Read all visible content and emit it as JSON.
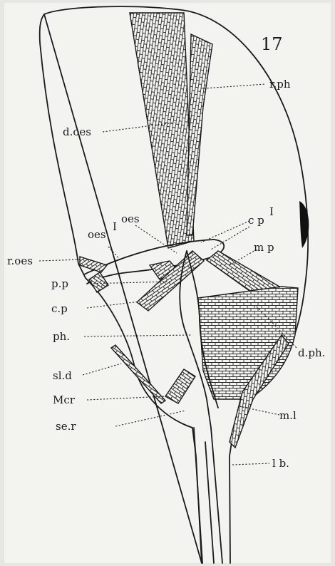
{
  "figure_number": "17",
  "labels": {
    "r_ph": "r.ph",
    "d_oes": "d.oes",
    "oes": "oes",
    "oes_1": "oes",
    "roman_one": "I",
    "cp_1": "c p",
    "m_p": "m p",
    "r_oes": "r.oes",
    "p_p": "p.p",
    "c_p": "c.p",
    "ph": "ph.",
    "d_ph": "d.ph.",
    "sl_d": "sl.d",
    "mcr": "Mcr",
    "se_r": "se.r",
    "m_l": "m.l",
    "l_b": "l b."
  }
}
